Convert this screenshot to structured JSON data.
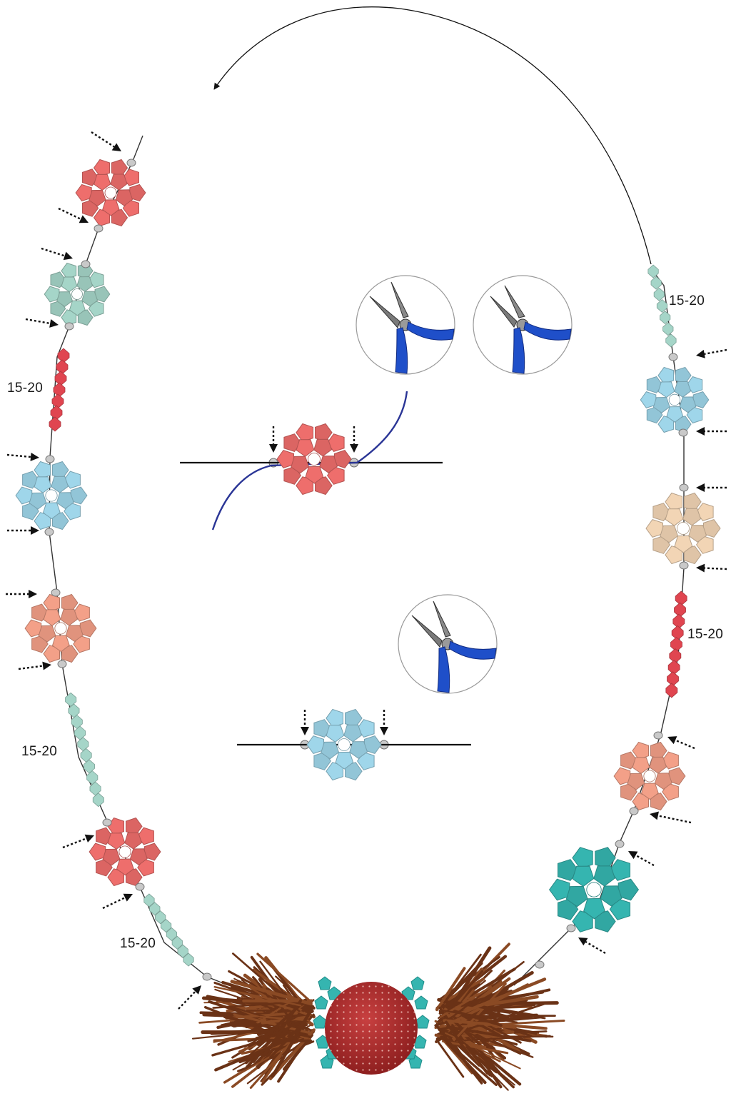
{
  "labels": {
    "count_right_top": "15-20",
    "count_left_red": "15-20",
    "count_right_red": "15-20",
    "count_left_mint": "15-20",
    "count_left_bottom": "15-20"
  },
  "colors": {
    "coral_red": "#ee6e6c",
    "mint": "#a5d5c8",
    "sky_blue": "#9fd6ea",
    "salmon": "#f3a088",
    "peach": "#f2d5b5",
    "teal": "#35b5b0",
    "crystal_red": "#e04550",
    "wire": "#1a1a1a",
    "blue_wire": "#2a3596",
    "tool_handle": "#1f4fc9",
    "focal_bead": "#b2302f",
    "tassel": "#6a3216"
  },
  "icons": {
    "pliers_flat": "round-nose-pliers-icon",
    "pliers_cutter": "wire-cutter-icon",
    "arrow": "dotted-pointer-arrow-icon"
  }
}
